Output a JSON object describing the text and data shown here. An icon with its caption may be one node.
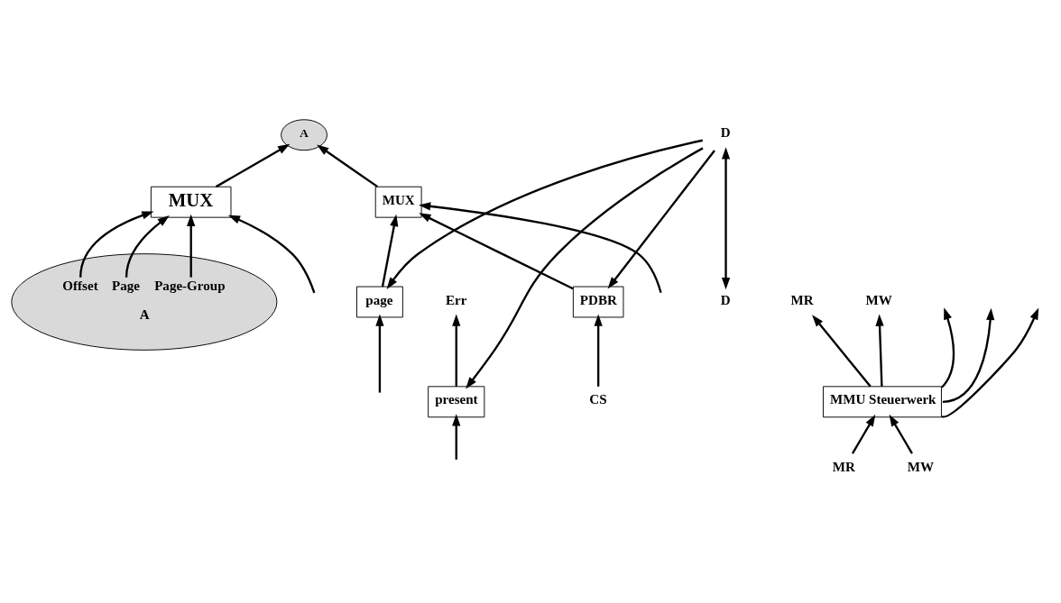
{
  "diagram": {
    "nodes": [
      {
        "text": [
          "A"
        ]
      },
      {
        "text": [
          "MR"
        ]
      },
      {
        "text": [
          "MW"
        ]
      },
      {
        "text": [
          "MMU Steuerwerk"
        ]
      },
      {
        "text": [
          "MR"
        ]
      },
      {
        "text": [
          "MW"
        ]
      },
      {
        "text": [
          "MUX"
        ]
      },
      {
        "text": [
          "MUX"
        ]
      },
      {
        "text": [
          "PDBR"
        ]
      },
      {
        "text": [
          "page"
        ]
      },
      {
        "text": [
          "present"
        ]
      },
      {
        "text": [
          "D"
        ]
      },
      {
        "text": [
          "D"
        ]
      },
      {
        "text": [
          "CS"
        ]
      },
      {
        "text": [
          "Err"
        ]
      },
      {
        "text": [
          "Offset",
          "Page",
          "Page-Group",
          "A"
        ]
      }
    ],
    "edges": [
      {
        "from": 3,
        "to": 1,
        "arrow": "to"
      },
      {
        "from": 3,
        "to": 2,
        "arrow": "to"
      },
      {
        "from": 4,
        "to": 3,
        "arrow": "to"
      },
      {
        "from": 5,
        "to": 3,
        "arrow": "to"
      },
      {
        "from": 3,
        "to": null,
        "arrow": "to"
      },
      {
        "from": 3,
        "to": null,
        "arrow": "to"
      },
      {
        "from": 3,
        "to": null,
        "arrow": "to"
      },
      {
        "from": 6,
        "to": 0,
        "arrow": "to"
      },
      {
        "from": 7,
        "to": 0,
        "arrow": "to"
      },
      {
        "from": 15,
        "to": 6,
        "arrow": "to"
      },
      {
        "from": 15,
        "to": 6,
        "arrow": "to"
      },
      {
        "from": 15,
        "to": 6,
        "arrow": "to"
      },
      {
        "from": null,
        "to": 6,
        "arrow": "to"
      },
      {
        "from": null,
        "to": 7,
        "arrow": "to"
      },
      {
        "from": 8,
        "to": 7,
        "arrow": "to"
      },
      {
        "from": 9,
        "to": 7,
        "arrow": "to"
      },
      {
        "from": 12,
        "to": 11,
        "arrow": "both"
      },
      {
        "from": 11,
        "to": 8,
        "arrow": "to"
      },
      {
        "from": 11,
        "to": 9,
        "arrow": "to"
      },
      {
        "from": 11,
        "to": 10,
        "arrow": "to"
      },
      {
        "from": 13,
        "to": 8,
        "arrow": "to"
      },
      {
        "from": null,
        "to": 9,
        "arrow": "to"
      },
      {
        "from": null,
        "to": 10,
        "arrow": "to"
      },
      {
        "from": 10,
        "to": 14,
        "arrow": "to"
      }
    ]
  }
}
